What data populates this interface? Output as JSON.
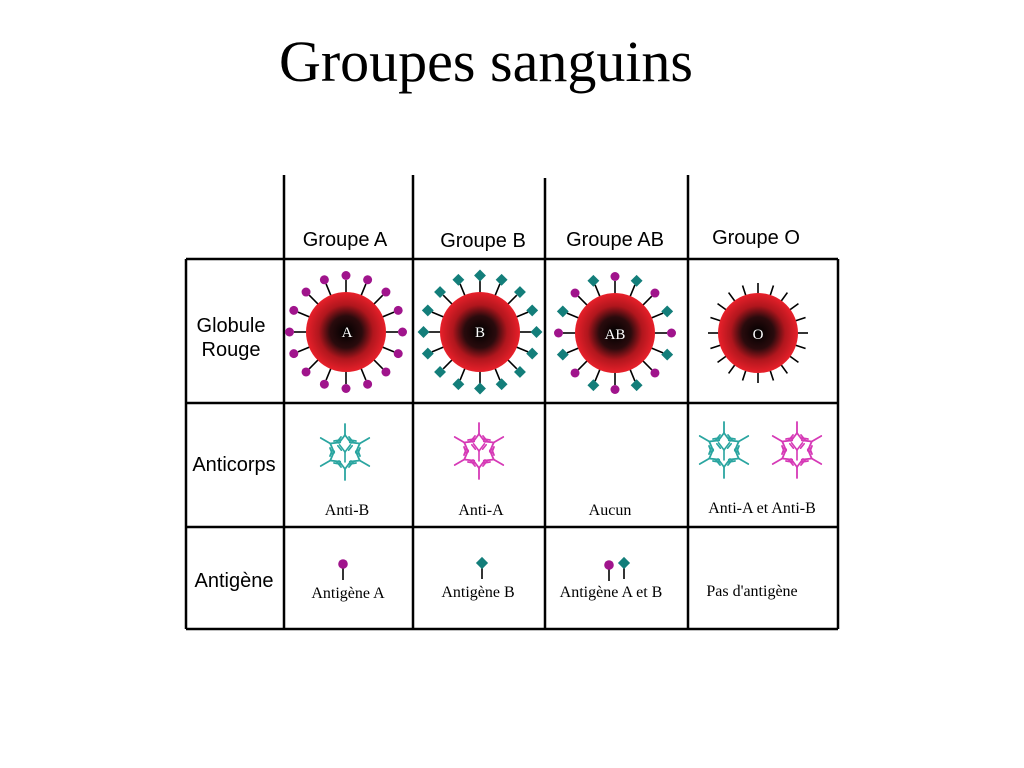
{
  "title": "Groupes sanguins",
  "columns": [
    {
      "header": "Groupe A",
      "cell_letter": "A",
      "antibody_label": "Anti-B",
      "antigen_label": "Antigène A"
    },
    {
      "header": "Groupe B",
      "cell_letter": "B",
      "antibody_label": "Anti-A",
      "antigen_label": "Antigène B"
    },
    {
      "header": "Groupe AB",
      "cell_letter": "AB",
      "antibody_label": "Aucun",
      "antigen_label": "Antigène A et B"
    },
    {
      "header": "Groupe O",
      "cell_letter": "O",
      "antibody_label": "Anti-A et Anti-B",
      "antigen_label": "Pas d'antigène"
    }
  ],
  "rows": {
    "globule_line1": "Globule",
    "globule_line2": "Rouge",
    "anticorps": "Anticorps",
    "antigene": "Antigène"
  },
  "colors": {
    "antigen_a": "#a0148c",
    "antigen_b": "#137e7a",
    "antibody_teal": "#2aa5a0",
    "antibody_pink": "#d639b6",
    "cell_red": "#e8202a"
  }
}
